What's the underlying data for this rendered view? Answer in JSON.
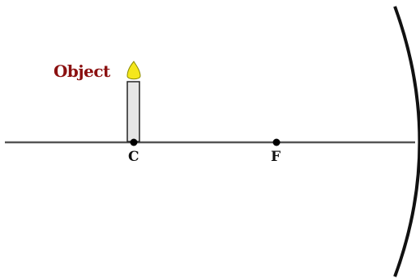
{
  "object": {
    "label": "Object",
    "label_color": "#8b1010"
  },
  "points": {
    "center_label": "C",
    "focus_label": "F"
  },
  "colors": {
    "axis": "#555555",
    "mirror": "#111111",
    "candle_body": "#e6e6e6",
    "candle_outline": "#222222",
    "flame": "#f5e71c",
    "point": "#000000",
    "point_label": "#111111"
  }
}
